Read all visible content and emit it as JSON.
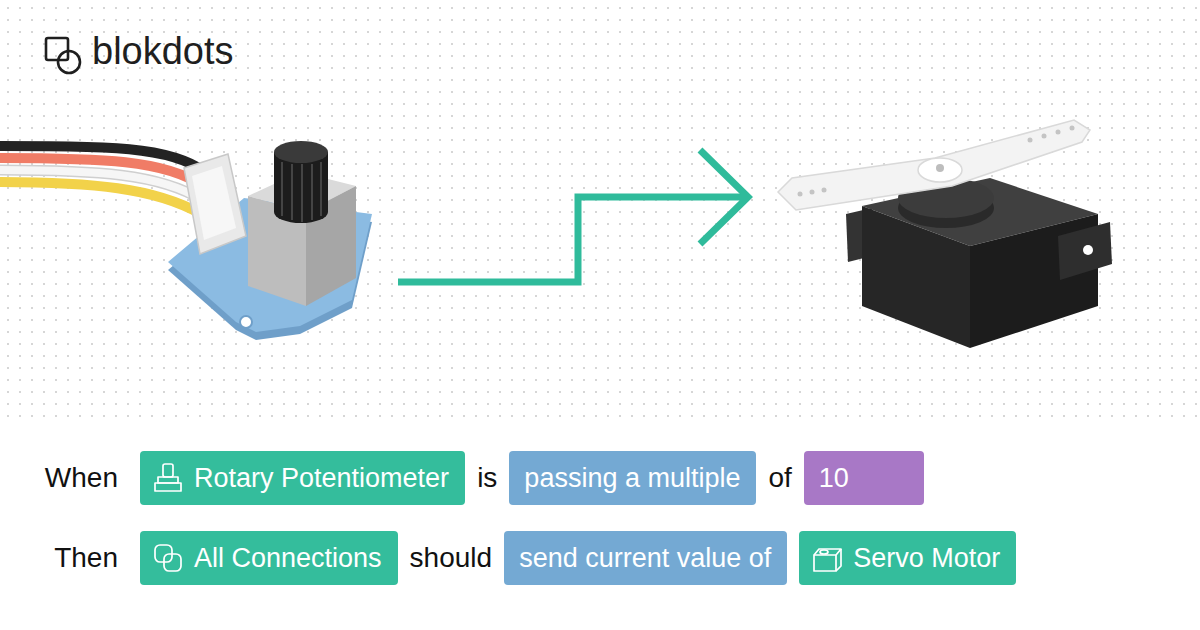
{
  "diagram": {
    "nodes": [
      {
        "text": [
          "Rotary Potentiometer"
        ]
      },
      {
        "text": [
          "passing a multiple"
        ]
      },
      {
        "text": [
          "10"
        ]
      },
      {
        "text": [
          "All Connections"
        ]
      },
      {
        "text": [
          "send current value of"
        ]
      },
      {
        "text": [
          "Servo Motor"
        ]
      }
    ],
    "labels": [
      "blokdots",
      "When",
      "is",
      "of",
      "Then",
      "should"
    ]
  }
}
